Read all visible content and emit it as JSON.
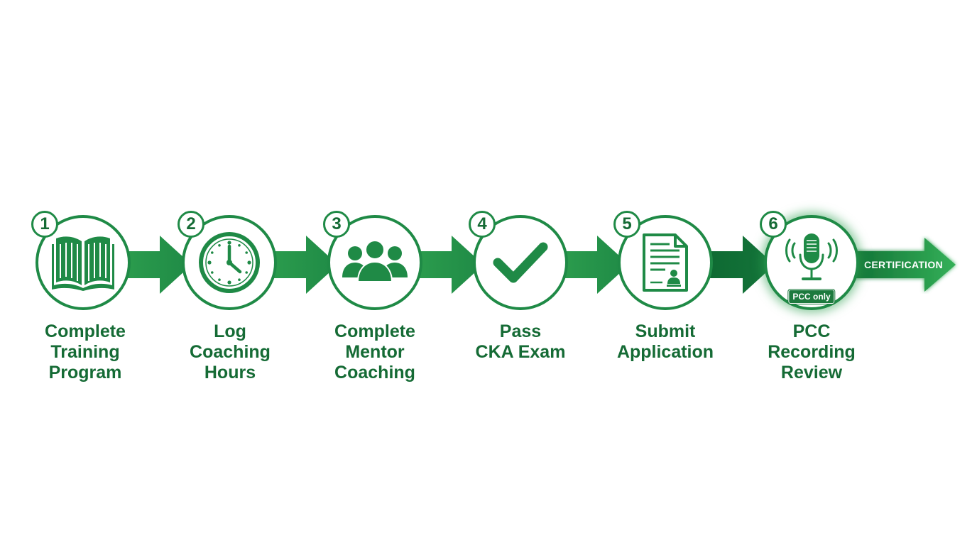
{
  "colors": {
    "primary": "#1f8a46",
    "text": "#156b35",
    "arrow_light": "#2ea352",
    "arrow_dark": "#0f6b33"
  },
  "steps": [
    {
      "number": "1",
      "icon": "open-book-icon",
      "lines": [
        "Complete",
        "Training",
        "Program"
      ]
    },
    {
      "number": "2",
      "icon": "clock-icon",
      "lines": [
        "Log",
        "Coaching",
        "Hours"
      ]
    },
    {
      "number": "3",
      "icon": "group-people-icon",
      "lines": [
        "Complete",
        "Mentor",
        "Coaching"
      ]
    },
    {
      "number": "4",
      "icon": "checkmark-icon",
      "lines": [
        "Pass",
        "CKA Exam"
      ]
    },
    {
      "number": "5",
      "icon": "document-icon",
      "lines": [
        "Submit",
        "Application"
      ]
    },
    {
      "number": "6",
      "icon": "microphone-icon",
      "lines": [
        "PCC",
        "Recording",
        "Review"
      ],
      "tag": "PCC only"
    }
  ],
  "final_arrow": {
    "label": "CERTIFICATION"
  }
}
